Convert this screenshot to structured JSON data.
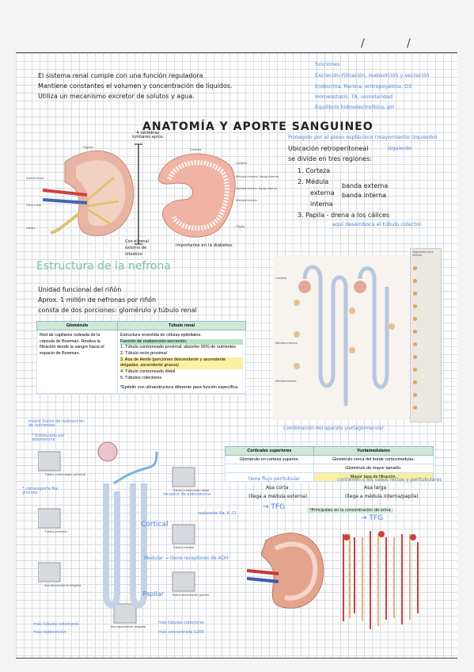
{
  "header": {
    "date_slashes": [
      "/",
      "/"
    ]
  },
  "intro": [
    "El sistema renal cumple con una función reguladora",
    "Mantiene constantes el volumen y concentración de líquidos.",
    "Utiliza un mecanismo excretor de solutos y agua."
  ],
  "functions": [
    "funciones",
    "Excreción-Filtración, reabsorción y secreción",
    "Endocrina. Renina, eritropoyetina, D3",
    "Homeostasis. TA, osmolaridad",
    "Equilibrio hidroelectrolítico, pH"
  ],
  "title": "ANATOMÍA Y APORTE SANGUINEO",
  "anatomy": {
    "note_top": "4 vértebras lumbares aprox.",
    "kidney_left_label": "Hígado",
    "kidney_right_label": "Corteza",
    "left_labels": [
      "Arteria renal",
      "Vena renal",
      "Uréter"
    ],
    "right_labels": [
      "Corteza",
      "Médula externa, franja externa",
      "Médula interna, franja interna",
      "Médula interna",
      "Papila"
    ],
    "note_bottom": [
      "Con el renal",
      "externo de",
      "intestino"
    ],
    "note_diabetes": "importante en la diabetes.",
    "location_title": "Protegido por el plexo esplácnico (mayormente izquierdo)",
    "location_sub": "izquierdo",
    "location_lines": [
      "Ubicación retroperitoneal",
      "se divide en tres regiones:"
    ],
    "regions": [
      "1. Corteza",
      "2. Médula",
      "externa",
      "interna",
      "3. Papila - drena a los cálices"
    ],
    "medulla_parts": [
      "banda externa",
      "banda interna"
    ],
    "papila_note": "aquí desemboca el túbulo colector."
  },
  "nephron": {
    "section_title": "Estructura de la nefrona",
    "lines": [
      "Unidad funcional del riñón",
      "Aprox. 1 millón de nefronas por riñón",
      "consta de dos porciones: glomérulo y túbulo renal"
    ],
    "table": {
      "headers": [
        "Glomérulo",
        "Túbulo renal"
      ],
      "col1": "Red de capilares rodeada de la cápsula de Bowman. Realiza la filtración desde la sangre hacia el espacio de Bowman.",
      "col2_intro": "Estructura revestida de células epiteliales.",
      "col2_function": "Función de reabsorción-secreción.",
      "col2_list": [
        "1. Túbulo contorneado proximal: absorbe 65% de nutrientes",
        "2. Túbulo recto proximal",
        "3. Asa de Henle (porciones descendente y ascendente delgadas; ascendente gruesa)",
        "4. Túbulo contorneado distal",
        "5. Túbulos colectores"
      ],
      "col2_note": "*Epitelio con ultraestructura diferente para función específica."
    }
  },
  "diagram_right": {
    "legend_title": "Segmentos de la nefrona",
    "labels": [
      "Corteza",
      "Médula externa",
      "Médula interna"
    ],
    "caption": "Combinación del aparato yuxtaglomerular."
  },
  "tubule_notes": {
    "left": [
      "mayor índice de reabsorción de nutrientes",
      "* Estimulado por aldosterona",
      "* cotransporte Na-glucosa",
      "más túbulos colectores",
      "más reabsorción"
    ],
    "tubule_labels": [
      "Túbulo contorneado proximal",
      "Túbulo proximal",
      "Asa descendente delgada",
      "Asa ascendente delgada",
      "Túbulo contorneado distal",
      "Túbulo colector",
      "Rama ascendente gruesa"
    ],
    "right": [
      "receptor de aldosterona",
      "reabsorbe Na, K, Cl",
      "Cortical",
      "Medular → tiene receptores de ADH",
      "Papilar",
      "más túbulos colectores",
      "más concentrada 1200"
    ]
  },
  "comparison": {
    "headers": [
      "Corticales superiores",
      "Yuxtamedulares"
    ],
    "rows": [
      [
        "Glomérulo en corteza superior.",
        "Glomérulo cerca del borde corticomedular."
      ],
      [
        "",
        "Glomérulo de mayor tamaño."
      ],
      [
        "",
        "Mayor tasa de filtración."
      ]
    ],
    "notes_left": [
      "tiene flujo peritubular",
      "Asa corta",
      "(llega a médula externa)",
      "→ TFG"
    ],
    "notes_right": [
      "contienen a los vasos rectos y peritubulares",
      "Asa larga",
      "(llega a médula interna/papila)",
      "→ TFG"
    ],
    "footnote": "*Principales en la concentración de orina"
  }
}
